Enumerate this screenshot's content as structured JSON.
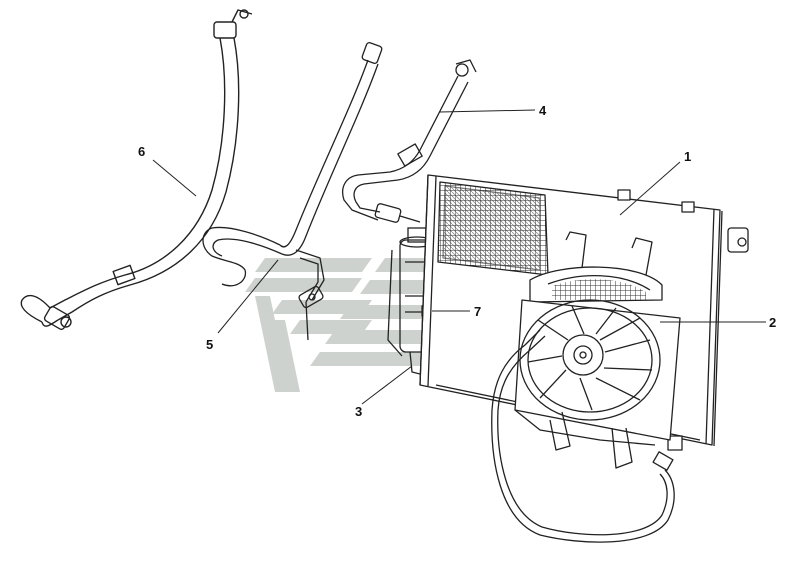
{
  "diagram": {
    "callouts": [
      {
        "id": "1",
        "text": "1",
        "part": "condenser"
      },
      {
        "id": "2",
        "text": "2",
        "part": "cooling-fan"
      },
      {
        "id": "3",
        "text": "3",
        "part": "receiver-drier"
      },
      {
        "id": "4",
        "text": "4",
        "part": "discharge-hose"
      },
      {
        "id": "5",
        "text": "5",
        "part": "liquid-line"
      },
      {
        "id": "6",
        "text": "6",
        "part": "suction-hose"
      },
      {
        "id": "7",
        "text": "7",
        "part": "pressure-switch"
      }
    ],
    "colors": {
      "line": "#222222",
      "watermark": "#c9cec9",
      "background": "#ffffff"
    }
  }
}
